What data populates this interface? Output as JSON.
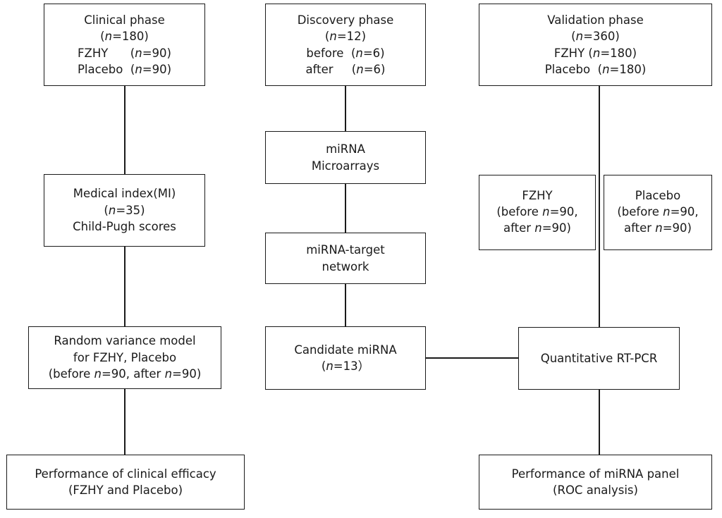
{
  "diagram": {
    "title": "Study design flowchart: clinical, discovery and validation phases",
    "background_color": "#ffffff",
    "line_color": "#1a1a1a",
    "columns": [
      {
        "name": "clinical-phase-column"
      },
      {
        "name": "discovery-phase-column"
      },
      {
        "name": "validation-phase-column"
      }
    ]
  },
  "nodes": {
    "clinical_phase": {
      "id": "clinical-phase",
      "lines": [
        "Clinical phase",
        "(n=180)",
        "FZHY      (n=90)",
        "Placebo  (n=90)"
      ],
      "line1": "Clinical phase",
      "line2_pre": "(",
      "line2_ital": "n",
      "line2_post": "=180)",
      "line3_pre": "FZHY      (",
      "line3_ital": "n",
      "line3_post": "=90)",
      "line4_pre": "Placebo  (",
      "line4_ital": "n",
      "line4_post": "=90)"
    },
    "medical_index": {
      "id": "medical-index",
      "lines": [
        "Medical index(MI)",
        "(n=35)",
        "Child-Pugh scores"
      ],
      "line1": "Medical index(MI)",
      "line2_pre": "(",
      "line2_ital": "n",
      "line2_post": "=35)",
      "line3": "Child-Pugh scores"
    },
    "random_variance_model": {
      "id": "random-variance-model",
      "lines": [
        "Random variance model",
        "for FZHY, Placebo",
        "(before n=90, after n=90)"
      ],
      "line1": "Random variance model",
      "line2": "for FZHY, Placebo",
      "line3_pre": "(before ",
      "line3_ital1": "n",
      "line3_mid": "=90, after ",
      "line3_ital2": "n",
      "line3_post": "=90)"
    },
    "performance_clinical_efficacy": {
      "id": "performance-clinical-efficacy",
      "lines": [
        "Performance of clinical efficacy",
        "(FZHY and Placebo)"
      ],
      "line1": "Performance of clinical efficacy",
      "line2": "(FZHY and Placebo)"
    },
    "discovery_phase": {
      "id": "discovery-phase",
      "lines": [
        "Discovery phase",
        "(n=12)",
        "before  (n=6)",
        "after     (n=6)"
      ],
      "line1": "Discovery phase",
      "line2_pre": "(",
      "line2_ital": "n",
      "line2_post": "=12)",
      "line3_pre": "before  (",
      "line3_ital": "n",
      "line3_post": "=6)",
      "line4_pre": "after     (",
      "line4_ital": "n",
      "line4_post": "=6)"
    },
    "mirna_microarrays": {
      "id": "mirna-microarrays",
      "lines": [
        "miRNA",
        "Microarrays"
      ],
      "line1": "miRNA",
      "line2": "Microarrays"
    },
    "mirna_target_network": {
      "id": "mirna-target-network",
      "lines": [
        "miRNA-target",
        "network"
      ],
      "line1": "miRNA-target",
      "line2": "network"
    },
    "candidate_mirna": {
      "id": "candidate-mirna",
      "lines": [
        "Candidate miRNA",
        "(n=13）"
      ],
      "line1": "Candidate miRNA",
      "line2_pre": "(",
      "line2_ital": "n",
      "line2_post": "=13）"
    },
    "validation_phase": {
      "id": "validation-phase",
      "lines": [
        "Validation phase",
        "(n=360)",
        "FZHY (n=180)",
        "Placebo  (n=180)"
      ],
      "line1": "Validation phase",
      "line2_pre": "(",
      "line2_ital": "n",
      "line2_post": "=360)",
      "line3_pre": "FZHY (",
      "line3_ital": "n",
      "line3_post": "=180)",
      "line4_pre": "Placebo  (",
      "line4_ital": "n",
      "line4_post": "=180)"
    },
    "validation_fzhy": {
      "id": "validation-fzhy",
      "lines": [
        "FZHY",
        "(before n=90,",
        "after n=90)"
      ],
      "line1": "FZHY",
      "line2_pre": "(before ",
      "line2_ital": "n",
      "line2_post": "=90,",
      "line3_pre": "after ",
      "line3_ital": "n",
      "line3_post": "=90)"
    },
    "validation_placebo": {
      "id": "validation-placebo",
      "lines": [
        "Placebo",
        "(before n=90,",
        "after n=90)"
      ],
      "line1": "Placebo",
      "line2_pre": "(before ",
      "line2_ital": "n",
      "line2_post": "=90,",
      "line3_pre": "after ",
      "line3_ital": "n",
      "line3_post": "=90)"
    },
    "quantitative_rt_pcr": {
      "id": "quantitative-rt-pcr",
      "lines": [
        "Quantitative RT-PCR"
      ],
      "line1": "Quantitative RT-PCR"
    },
    "performance_mirna_panel": {
      "id": "performance-mirna-panel",
      "lines": [
        "Performance of miRNA panel",
        "(ROC analysis)"
      ],
      "line1": "Performance of miRNA panel",
      "line2": "(ROC analysis)"
    }
  },
  "edges": [
    {
      "from": "clinical-phase",
      "to": "medical-index",
      "type": "vertical"
    },
    {
      "from": "medical-index",
      "to": "random-variance-model",
      "type": "vertical"
    },
    {
      "from": "random-variance-model",
      "to": "performance-clinical-efficacy",
      "type": "vertical"
    },
    {
      "from": "discovery-phase",
      "to": "mirna-microarrays",
      "type": "vertical"
    },
    {
      "from": "mirna-microarrays",
      "to": "mirna-target-network",
      "type": "vertical"
    },
    {
      "from": "mirna-target-network",
      "to": "candidate-mirna",
      "type": "vertical"
    },
    {
      "from": "candidate-mirna",
      "to": "quantitative-rt-pcr",
      "type": "horizontal"
    },
    {
      "from": "validation-phase",
      "to": "quantitative-rt-pcr",
      "type": "vertical"
    },
    {
      "from": "quantitative-rt-pcr",
      "to": "performance-mirna-panel",
      "type": "vertical"
    }
  ]
}
